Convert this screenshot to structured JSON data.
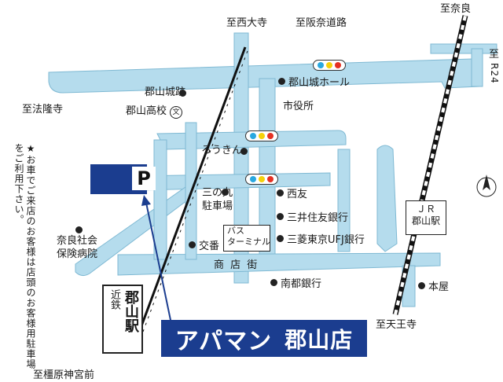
{
  "colors": {
    "road": "#b5dced",
    "road_edge": "#7fb9d3",
    "banner": "#1b3d8f",
    "rail": "#111111",
    "arrow": "#1b3d8f",
    "signal_blue": "#29a8e0",
    "signal_yellow": "#f5d10a",
    "signal_red": "#e53122"
  },
  "directions": {
    "nishioji": "至西大寺",
    "hanna": "至阪奈道路",
    "nara": "至奈良",
    "r24_to": "至",
    "r24_route": "R24",
    "horyuji": "至法隆寺",
    "tennoji": "至天王寺",
    "kashihara": "至橿原神宮前"
  },
  "landmarks": {
    "castle_ruins": "郡山城跡",
    "high_school": "郡山高校",
    "school_symbol": "文",
    "castle_hall": "郡山城ホール",
    "city_hall": "市役所",
    "rokin": "ろうきん",
    "parking_san": "三の丸\n駐車場",
    "koban": "交番",
    "nishitomo": "西友",
    "mitsui": "三井住友銀行",
    "mitsubishi": "三菱東京UFJ銀行",
    "hospital": "奈良社会\n保険病院",
    "shotengai": "商 店 街",
    "nanto": "南都銀行",
    "honya": "本屋",
    "bus_terminal": "バス\nターミナル"
  },
  "stations": {
    "jr_line": "ＪＲ",
    "jr_name": "郡山駅",
    "kintetsu_line": "近鉄",
    "kintetsu_name": "郡山駅"
  },
  "parking": {
    "mark": "P"
  },
  "note": {
    "text": "★お車でご来店のお客様は店頭のお客様用駐車場をご利用下さい。"
  },
  "banner": {
    "brand": "アパマン",
    "branch": "郡山店"
  }
}
